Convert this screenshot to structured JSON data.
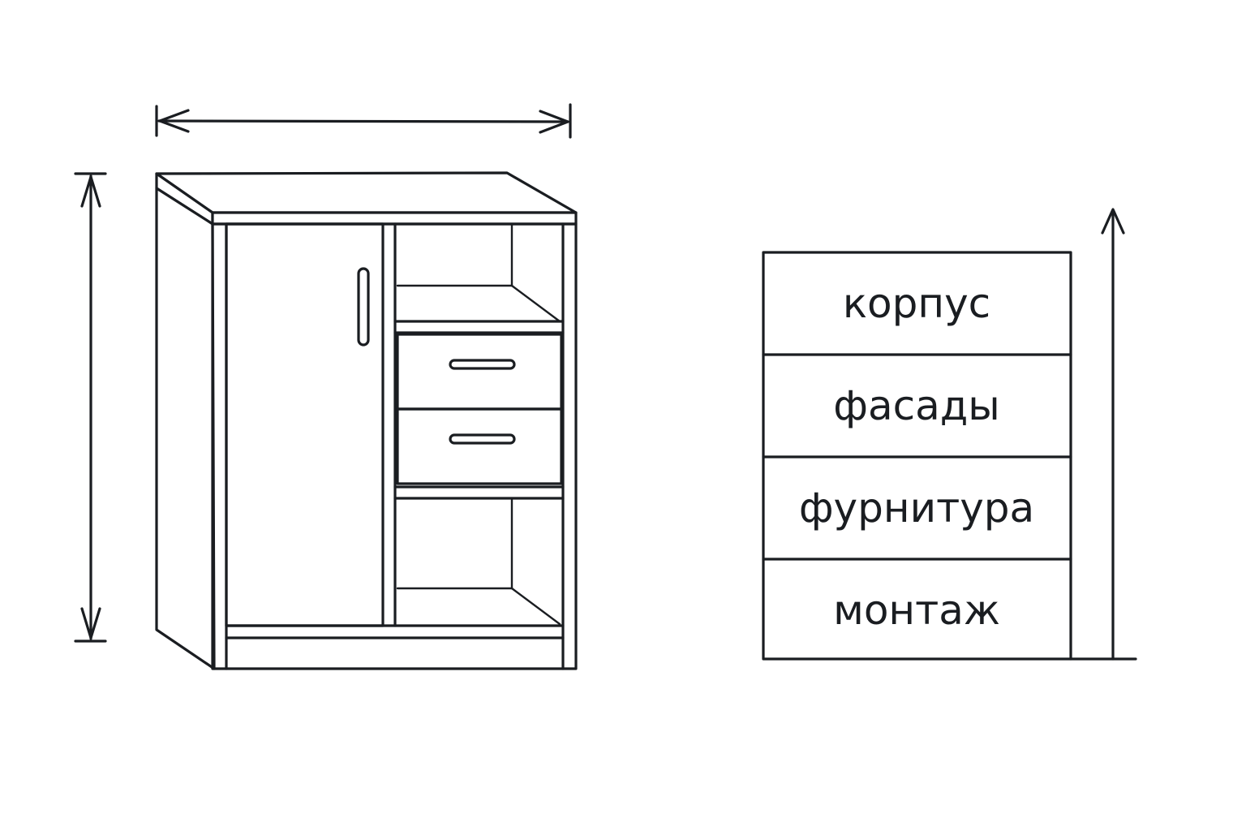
{
  "stack": {
    "layers": [
      {
        "label": "корпус"
      },
      {
        "label": "фасады"
      },
      {
        "label": "фурнитура"
      },
      {
        "label": "монтаж"
      }
    ]
  },
  "icons": {
    "width_arrow": "double-headed-horizontal-arrow",
    "height_arrow": "double-headed-vertical-arrow",
    "stack_arrow": "up-arrow"
  },
  "colors": {
    "ink": "#1a1d21",
    "background": "#ffffff"
  }
}
